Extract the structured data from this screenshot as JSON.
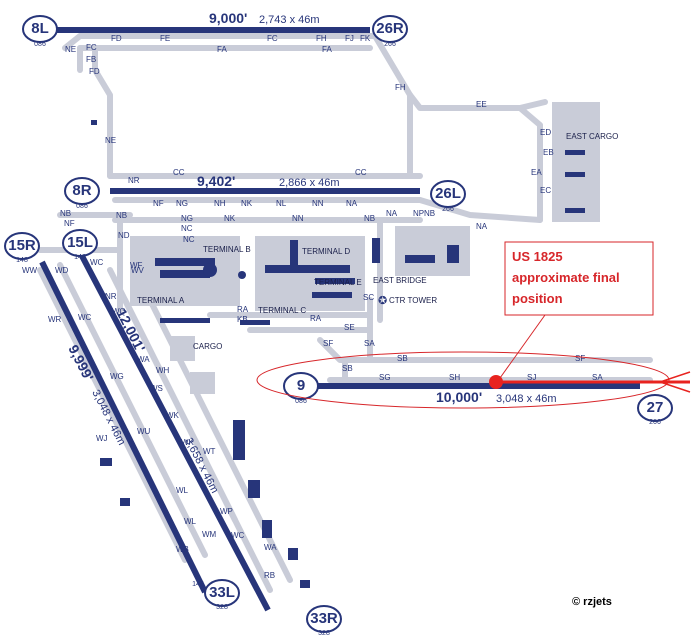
{
  "runways": [
    {
      "id": "8l",
      "name": "8L",
      "heading": "086",
      "opposite": "26R",
      "opposite_heading": "266",
      "length": "9,000'",
      "dims": "2,743 x 46m"
    },
    {
      "id": "8r",
      "name": "8R",
      "heading": "086",
      "opposite": "26L",
      "opposite_heading": "266",
      "length": "9,402'",
      "dims": "2,866 x  46m"
    },
    {
      "id": "9",
      "name": "9",
      "heading": "086",
      "opposite": "27",
      "opposite_heading": "266",
      "length": "10,000'",
      "dims": "3,048 x 46m"
    },
    {
      "id": "15r",
      "name": "15R",
      "heading": "148",
      "opposite": "33L",
      "opposite_heading": "328",
      "length": "9,999'",
      "dims": "3,048 x 46m"
    },
    {
      "id": "15l",
      "name": "15L",
      "heading": "148",
      "opposite": "33R",
      "opposite_heading": "328",
      "length": "12,001'",
      "dims": "3,658 x 46m"
    }
  ],
  "extra_heading_label": "148",
  "taxiway_labels": [
    "NE",
    "FC",
    "FB",
    "FD",
    "FD",
    "FE",
    "FA",
    "FC",
    "FH",
    "FA",
    "FJ",
    "FK",
    "FH",
    "EE",
    "NE",
    "ED",
    "EB",
    "EA",
    "EC",
    "NR",
    "CC",
    "CC",
    "NF",
    "NG",
    "NH",
    "NK",
    "NL",
    "NN",
    "NA",
    "NA",
    "NP",
    "NB",
    "NA",
    "NB",
    "NF",
    "NB",
    "NG",
    "NK",
    "NN",
    "NB",
    "NC",
    "ND",
    "NC",
    "WV",
    "WC",
    "WW",
    "WD",
    "NR",
    "WF",
    "WQ",
    "WC",
    "WR",
    "WG",
    "WA",
    "WH",
    "WS",
    "WU",
    "WJ",
    "WK",
    "WK",
    "WT",
    "WL",
    "WL",
    "WP",
    "WM",
    "WC",
    "WB",
    "WA",
    "RB",
    "RA",
    "KB",
    "RA",
    "SE",
    "SC",
    "SF",
    "SA",
    "SB",
    "SB",
    "SF",
    "SG",
    "SH",
    "SJ",
    "SA"
  ],
  "facilities": {
    "terminal_a": "TERMINAL A",
    "terminal_b": "TERMINAL B",
    "terminal_c": "TERMINAL C",
    "terminal_d": "TERMINAL D",
    "terminal_e": "TERMINAL E",
    "east_bridge": "EAST BRIDGE",
    "ctr_tower": "CTR TOWER",
    "cargo": "CARGO",
    "east_cargo": "EAST CARGO"
  },
  "callout": {
    "line1": "US 1825",
    "line2": "approximate final",
    "line3": "position"
  },
  "copyright": "© rzjets",
  "colors": {
    "runway": "#27357a",
    "taxiway": "#c9ccd8",
    "annotation": "#d7262a"
  }
}
